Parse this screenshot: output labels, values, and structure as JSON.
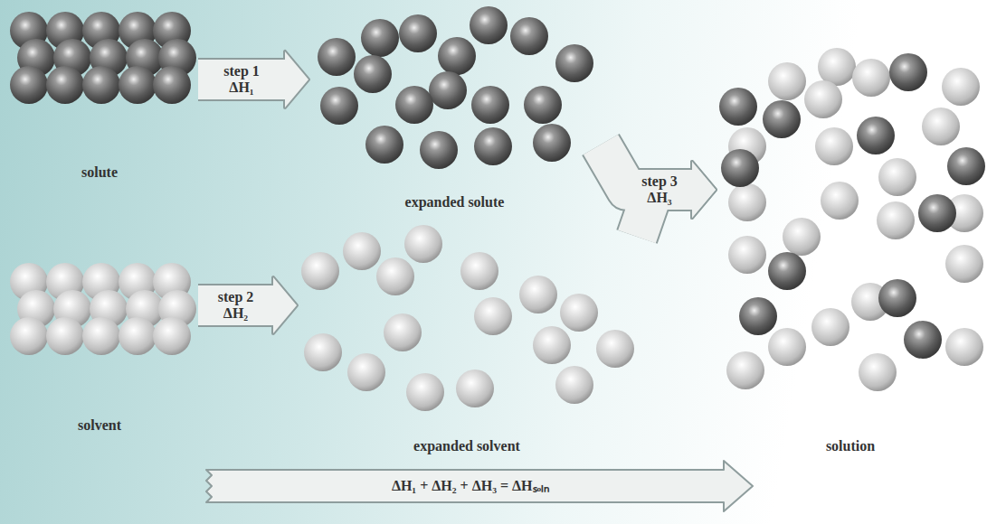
{
  "diagram": {
    "nodes": [
      {
        "text": [
          "solute"
        ]
      },
      {
        "text": [
          "expanded solute"
        ]
      },
      {
        "text": [
          "solvent"
        ]
      },
      {
        "text": [
          "expanded solvent"
        ]
      },
      {
        "text": [
          "solution"
        ]
      }
    ],
    "edges": [
      {
        "from": 0,
        "to": 1,
        "arrow": "to",
        "label": "step 1 ΔH₁"
      },
      {
        "from": 2,
        "to": 3,
        "arrow": "to",
        "label": "step 2 ΔH₂"
      },
      {
        "from": 1,
        "to": 4,
        "arrow": "to",
        "label": "step 3 ΔH₃"
      },
      {
        "from": 3,
        "to": 4,
        "arrow": "to"
      }
    ],
    "labels": [
      "ΔH₁ + ΔH₂ + ΔH₃ = ΔHₛₒₗₙ"
    ]
  }
}
